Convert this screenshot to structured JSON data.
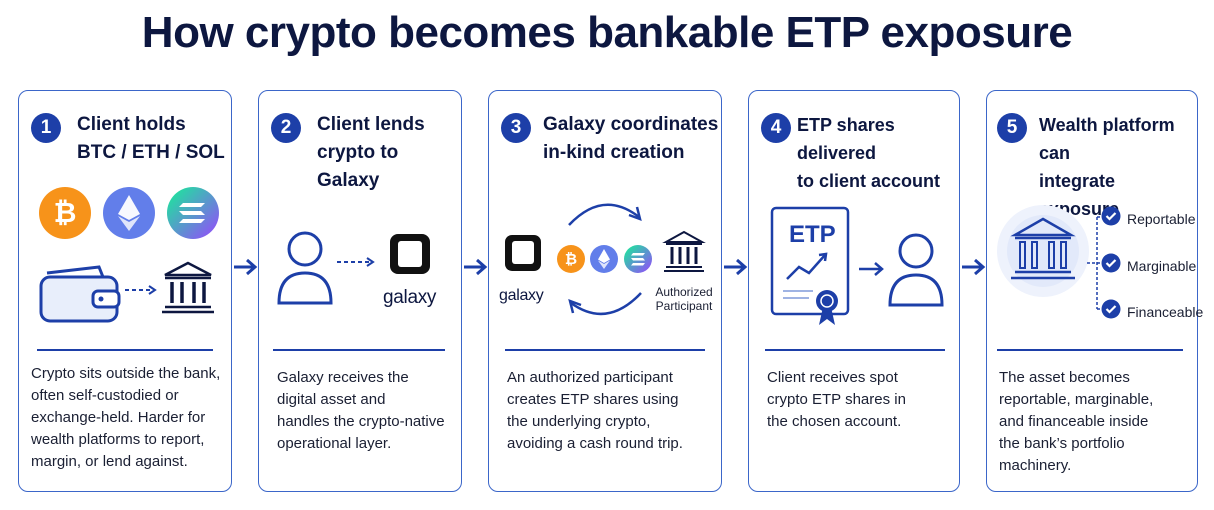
{
  "title": "How crypto becomes bankable ETP exposure",
  "steps": [
    {
      "number": "1",
      "heading": "Client holds\nBTC / ETH / SOL",
      "description": "Crypto sits outside the bank,\noften self-custodied or\nexchange-held. Harder for\nwealth platforms to report,\nmargin, or lend against."
    },
    {
      "number": "2",
      "heading": "Client lends\ncrypto to Galaxy",
      "description": "Galaxy receives the\ndigital asset and\nhandles the crypto-native\noperational layer."
    },
    {
      "number": "3",
      "heading": "Galaxy coordinates\nin-kind creation",
      "description": "An authorized participant\ncreates ETP shares using\nthe underlying crypto,\navoiding a cash round trip."
    },
    {
      "number": "4",
      "heading": "ETP shares delivered\nto client account",
      "description": "Client receives spot\ncrypto ETP shares in\nthe chosen account."
    },
    {
      "number": "5",
      "heading": "Wealth platform can\nintegrate exposure",
      "description": "The asset becomes\nreportable, marginable,\nand financeable inside\nthe bank’s portfolio\nmachinery."
    }
  ],
  "galaxy_label": "galaxy",
  "authorized_participant_label": "Authorized\nParticipant",
  "etp_label": "ETP",
  "benefits": [
    "Reportable",
    "Marginable",
    "Financeable"
  ],
  "colors": {
    "primary": "#1d3fa8",
    "border": "#3b66c9",
    "bitcoin": "#f7931a",
    "ethereum": "#627eea",
    "solana_start": "#14f195",
    "solana_end": "#9945ff",
    "title": "#0d1740"
  },
  "icons": {
    "step1": [
      "bitcoin-icon",
      "ethereum-icon",
      "solana-icon",
      "wallet-icon",
      "bank-icon"
    ],
    "step2": [
      "person-icon",
      "galaxy-logo-icon"
    ],
    "step3": [
      "galaxy-logo-icon",
      "bitcoin-icon",
      "ethereum-icon",
      "solana-icon",
      "bank-icon",
      "cycle-arrows-icon"
    ],
    "step4": [
      "etp-certificate-icon",
      "person-icon"
    ],
    "step5": [
      "bank-icon",
      "check-icon"
    ]
  }
}
